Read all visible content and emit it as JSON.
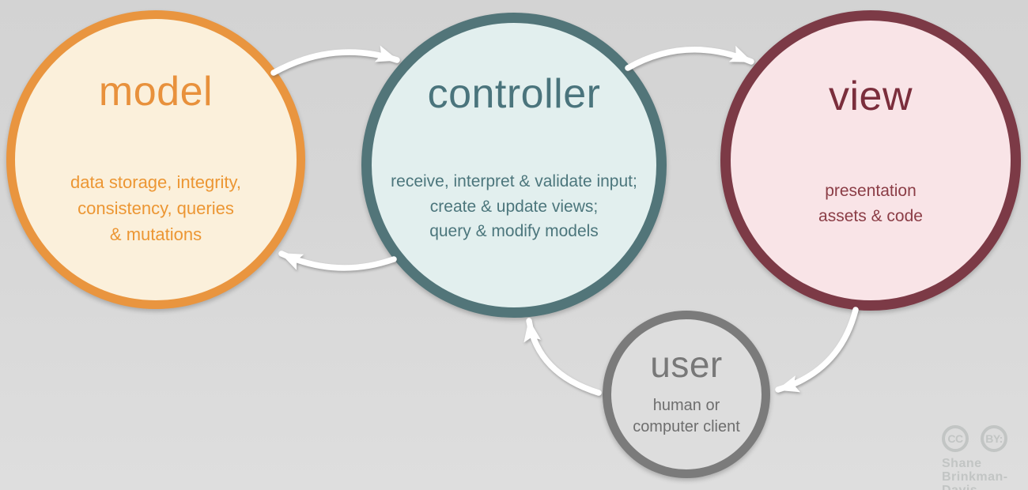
{
  "nodes": {
    "model": {
      "title": "model",
      "description": "data storage, integrity,\nconsistency, queries\n& mutations",
      "border_color": "#e9953f",
      "fill_color": "#fbf0db",
      "text_color": "#e8913c"
    },
    "controller": {
      "title": "controller",
      "description": "receive, interpret & validate input;\ncreate & update views;\nquery & modify models",
      "border_color": "#527579",
      "fill_color": "#e2efee",
      "text_color": "#4a747c"
    },
    "view": {
      "title": "view",
      "description": "presentation\nassets & code",
      "border_color": "#7c3a46",
      "fill_color": "#f9e4e7",
      "text_color": "#7b2e3c"
    },
    "user": {
      "title": "user",
      "description": "human or\ncomputer client",
      "border_color": "#7b7b7b",
      "fill_color": "#dddddd",
      "text_color": "#6e6e6e"
    }
  },
  "arrows": {
    "color": "#ffffff",
    "connections": [
      "model-to-controller",
      "controller-to-view",
      "controller-to-model",
      "view-to-user",
      "user-to-controller"
    ]
  },
  "license": {
    "cc_label": "CC",
    "by_label": "BY:",
    "credit_line1": "Shane",
    "credit_line2": "Brinkman-Davis"
  }
}
